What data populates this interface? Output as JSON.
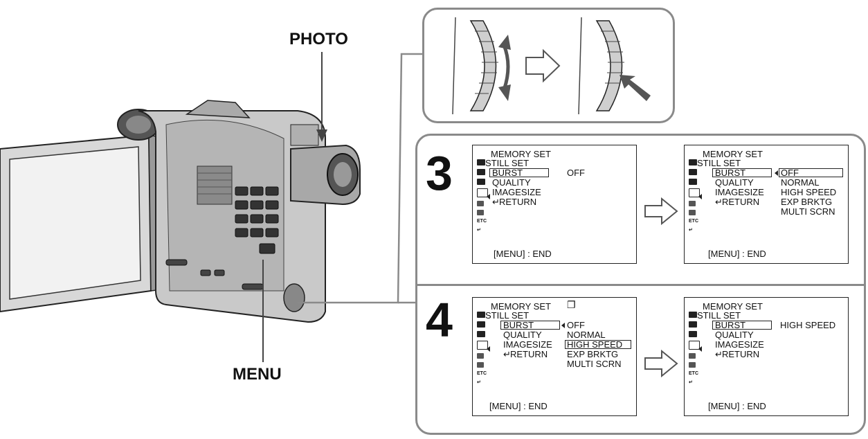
{
  "labels": {
    "photo": "PHOTO",
    "menu": "MENU"
  },
  "steps": [
    {
      "number": "3"
    },
    {
      "number": "4"
    }
  ],
  "screens": {
    "s3a": {
      "title": "MEMORY SET",
      "subtitle": "STILL SET",
      "items": [
        "BURST",
        "QUALITY",
        "IMAGESIZE",
        "RETURN"
      ],
      "value": "OFF",
      "footer": "[MENU] : END"
    },
    "s3b": {
      "title": "MEMORY SET",
      "subtitle": "STILL SET",
      "items": [
        "BURST",
        "QUALITY",
        "IMAGESIZE",
        "RETURN"
      ],
      "options": [
        "OFF",
        "NORMAL",
        "HIGH SPEED",
        "EXP BRKTG",
        "MULTI SCRN"
      ],
      "selected_option": "OFF",
      "footer": "[MENU] : END"
    },
    "s4a": {
      "title": "MEMORY SET",
      "subtitle": "STILL SET",
      "items": [
        "BURST",
        "QUALITY",
        "IMAGESIZE",
        "RETURN"
      ],
      "options": [
        "OFF",
        "NORMAL",
        "HIGH SPEED",
        "EXP BRKTG",
        "MULTI SCRN"
      ],
      "selected_option": "HIGH SPEED",
      "footer": "[MENU] : END"
    },
    "s4b": {
      "title": "MEMORY SET",
      "subtitle": "STILL SET",
      "items": [
        "BURST",
        "QUALITY",
        "IMAGESIZE",
        "RETURN"
      ],
      "value": "HIGH SPEED",
      "footer": "[MENU] : END"
    }
  },
  "icons": {
    "camcorder": "camcorder-illustration",
    "dial": "control-dial",
    "arrow": "hollow-right-arrow",
    "burst": "burst-mode-icon",
    "return": "return-arrow-icon"
  }
}
